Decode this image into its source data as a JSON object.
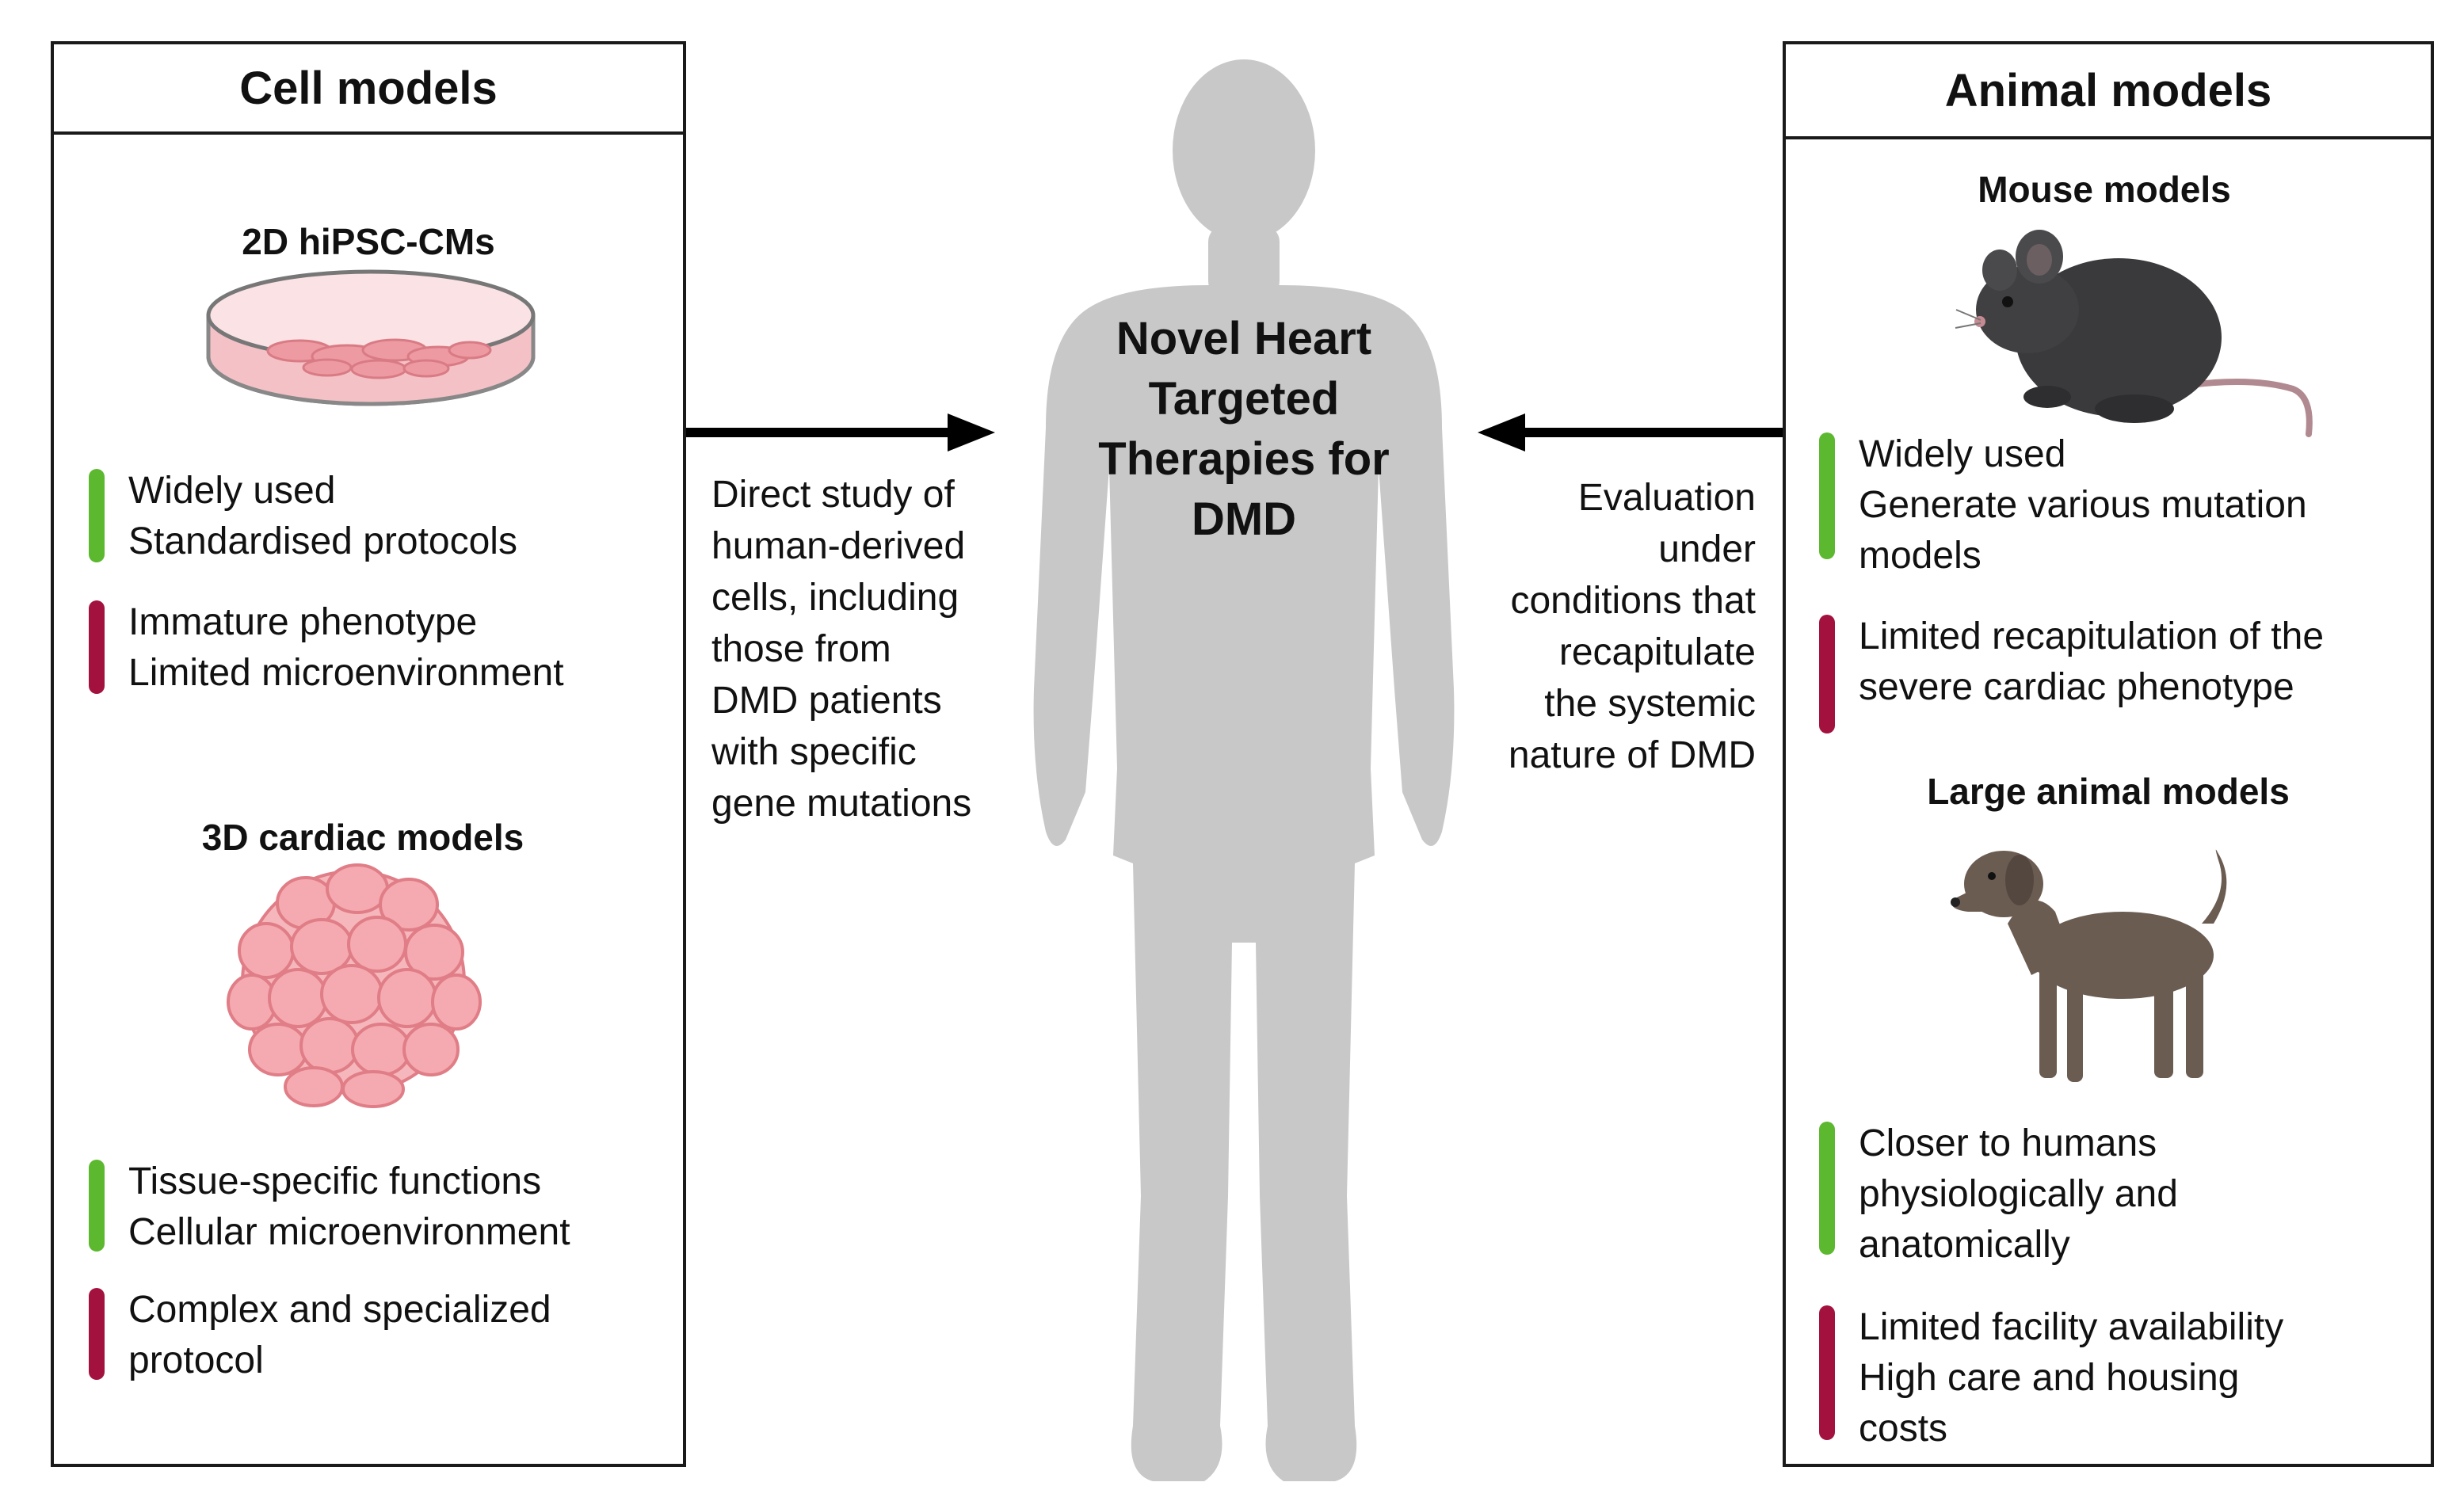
{
  "colors": {
    "pro": "#5cb82e",
    "con": "#a3123f",
    "human": "#c8c8c8",
    "cell": "#f2a0a6",
    "cell_stroke": "#e07d86"
  },
  "cell_models": {
    "title": "Cell models",
    "twod": {
      "title": "2D hiPSC-CMs",
      "pros": [
        "Widely used",
        "Standardised protocols"
      ],
      "cons": [
        "Immature phenotype",
        "Limited microenvironment"
      ]
    },
    "threed": {
      "title": "3D cardiac models",
      "pros": [
        "Tissue-specific functions",
        "Cellular microenvironment"
      ],
      "cons": [
        "Complex and specialized",
        "protocol"
      ]
    }
  },
  "center": {
    "title_lines": [
      "Novel Heart",
      "Targeted",
      "Therapies for",
      "DMD"
    ],
    "left_note": [
      "Direct study of",
      "human-derived",
      "cells, including",
      "those from",
      "DMD patients",
      "with specific",
      "gene mutations"
    ],
    "right_note": [
      "Evaluation",
      "under",
      "conditions that",
      "recapitulate",
      "the systemic",
      "nature of DMD"
    ]
  },
  "animal_models": {
    "title": "Animal models",
    "mouse": {
      "title": "Mouse models",
      "pros": [
        "Widely used",
        "Generate various mutation",
        "models"
      ],
      "cons": [
        "Limited recapitulation of the",
        "severe cardiac phenotype"
      ]
    },
    "large": {
      "title": "Large animal models",
      "pros": [
        "Closer to humans",
        "physiologically and",
        "anatomically"
      ],
      "cons": [
        "Limited facility availability",
        "High care and housing",
        "costs"
      ]
    }
  }
}
